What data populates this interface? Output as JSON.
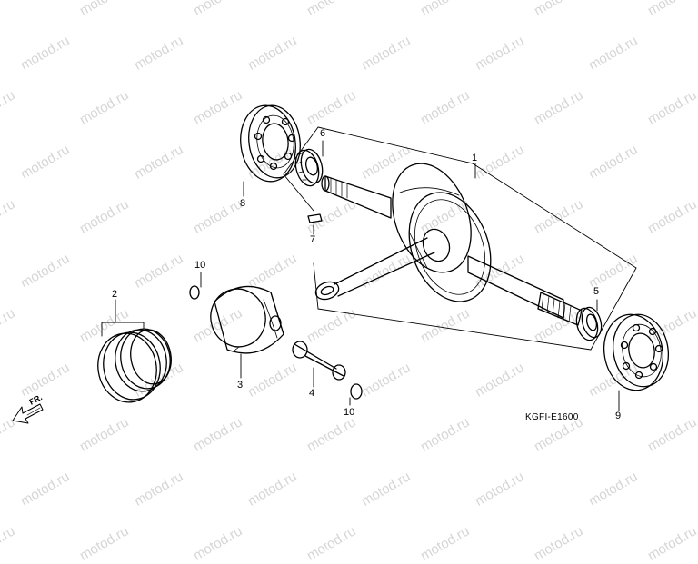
{
  "watermark": "motod.ru",
  "diagram_code": "KGFI-E1600",
  "front_label": "FR.",
  "callouts": {
    "c1": "1",
    "c2": "2",
    "c3": "3",
    "c4": "4",
    "c5": "5",
    "c6": "6",
    "c7": "7",
    "c8": "8",
    "c9": "9",
    "c10a": "10",
    "c10b": "10"
  }
}
